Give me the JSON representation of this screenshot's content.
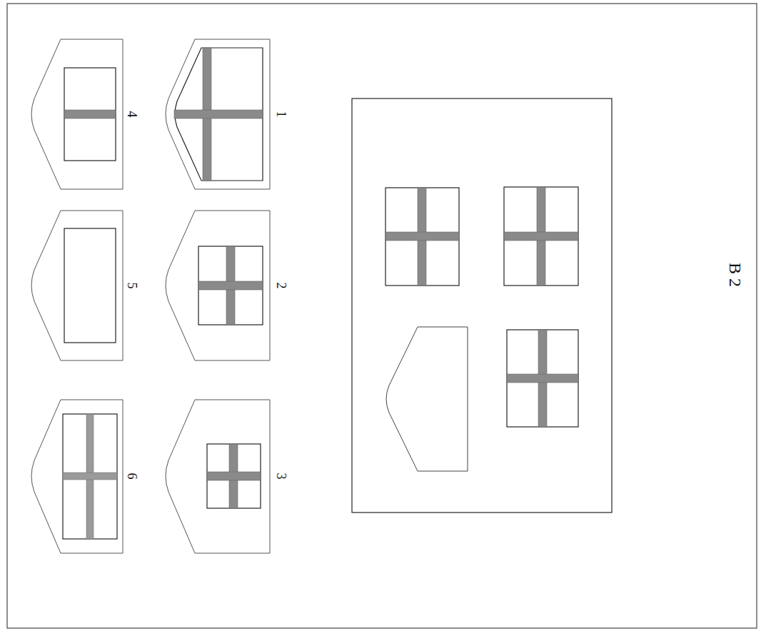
{
  "diagram": {
    "labels": [
      "B 2",
      "1",
      "2",
      "3",
      "4",
      "5",
      "6"
    ]
  }
}
